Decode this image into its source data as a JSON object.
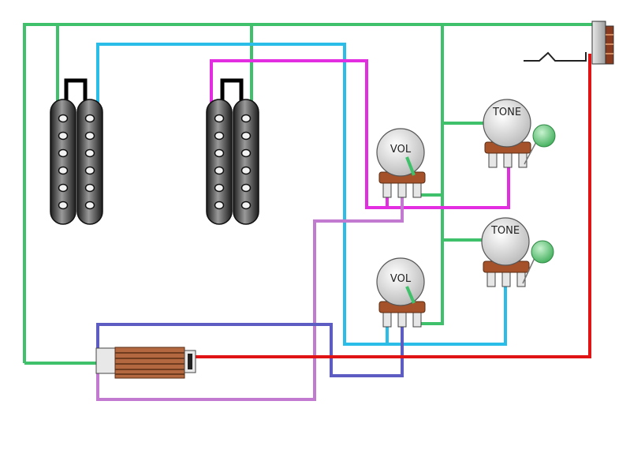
{
  "diagram": {
    "knobs": [
      {
        "id": "vol1",
        "label": "VOL"
      },
      {
        "id": "tone1",
        "label": "TONE"
      },
      {
        "id": "vol2",
        "label": "VOL"
      },
      {
        "id": "tone2",
        "label": "TONE"
      }
    ],
    "colors": {
      "ground": "#3fc06a",
      "cyan": "#29bde8",
      "magenta": "#e22ee0",
      "violet": "#c27ad0",
      "blue": "#5c5cc2",
      "red": "#e01414",
      "pickup_dark": "#3a3a3a",
      "pot_body": "#a5522a",
      "capacitor": "#5fc27a"
    }
  }
}
